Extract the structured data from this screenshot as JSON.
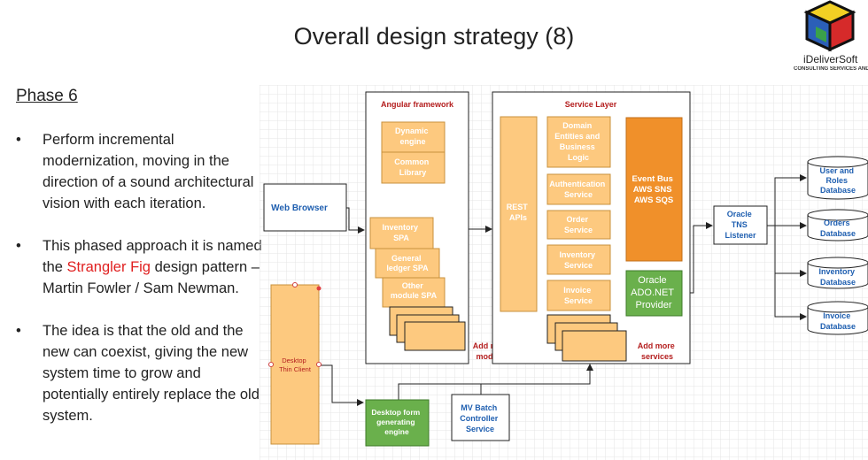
{
  "slide": {
    "title": "Overall design strategy (8)",
    "logo": {
      "name": "iDeliverSoft",
      "tagline": "CONSULTING SERVICES AND DES"
    },
    "phase_heading": "Phase 6",
    "bullets": [
      {
        "text": "Perform incremental modernization, moving in the direction of a sound architectural vision with each iteration."
      },
      {
        "pre": "This phased approach it is named the ",
        "highlight": "Strangler Fig",
        "post": " design pattern – Martin Fowler / Sam Newman."
      },
      {
        "text": "The idea is that the old and the new can coexist, giving the new system time to grow and potentially entirely replace the old system."
      }
    ],
    "bullet_char": "•"
  },
  "diagram": {
    "web_browser": "Web Browser",
    "desktop_thin_client": [
      "Desktop",
      "Thin Client"
    ],
    "angular": {
      "title": "Angular framework",
      "dynamic_engine": [
        "Dynamic",
        "engine"
      ],
      "common_library": [
        "Common",
        "Library"
      ],
      "inventory_spa": [
        "Inventory",
        "SPA"
      ],
      "general_ledger_spa": [
        "General",
        "ledger SPA"
      ],
      "other_module_spa": [
        "Other",
        "module SPA"
      ],
      "add_more": [
        "Add more",
        "modules"
      ]
    },
    "service_layer": {
      "title": "Service Layer",
      "rest_apis": [
        "REST",
        "APIs"
      ],
      "domain_entities": [
        "Domain",
        "Entities and",
        "Business",
        "Logic"
      ],
      "authentication_service": [
        "Authentication",
        "Service"
      ],
      "order_service": [
        "Order",
        "Service"
      ],
      "inventory_service": [
        "Inventory",
        "Service"
      ],
      "invoice_service": [
        "Invoice",
        "Service"
      ],
      "event_bus": [
        "Event Bus",
        "AWS SNS",
        "AWS SQS"
      ],
      "oracle_provider": [
        "Oracle",
        "ADO.NET",
        "Provider"
      ],
      "add_more": [
        "Add more",
        "services"
      ]
    },
    "oracle_tns_listener": [
      "Oracle",
      "TNS",
      "Listener"
    ],
    "databases": [
      [
        "User and",
        "Roles",
        "Database"
      ],
      [
        "Orders",
        "Database"
      ],
      [
        "Inventory",
        "Database"
      ],
      [
        "Invoice",
        "Database"
      ]
    ],
    "desktop_form_engine": [
      "Desktop form",
      "generating",
      "engine"
    ],
    "mv_batch_service": [
      "MV Batch",
      "Controller",
      "Service"
    ],
    "colors": {
      "orange_box": "#fdc97f",
      "orange_border": "#c8913c",
      "orange_text": "#ffffff",
      "event_bus": "#f0902a",
      "green_box": "#6ab04c",
      "green_border": "#3d7a28",
      "title_red": "#b41e1e",
      "blue_text": "#1f5fb0",
      "grid": "#e4e4e4"
    }
  }
}
